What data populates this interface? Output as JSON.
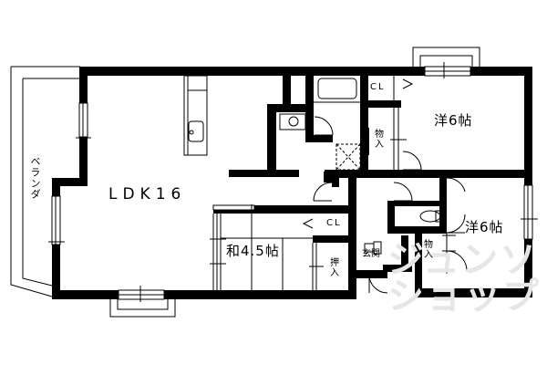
{
  "floor_plan": {
    "rooms": {
      "ldk": "LDK16",
      "washitsu": "和4.5帖",
      "western_1": "洋6帖",
      "western_2": "洋6帖",
      "balcony": "ベランダ",
      "entrance": "玄関"
    },
    "storage": {
      "cl_1": "CL",
      "cl_2": "CL",
      "monoire_1": "物入",
      "monoire_2": "物入",
      "oshiire": "押入"
    },
    "watermark": "ジュンソショップ",
    "colors": {
      "wall": "#000000",
      "line": "#000000",
      "background": "#ffffff",
      "watermark": "#e6e6e6"
    }
  }
}
